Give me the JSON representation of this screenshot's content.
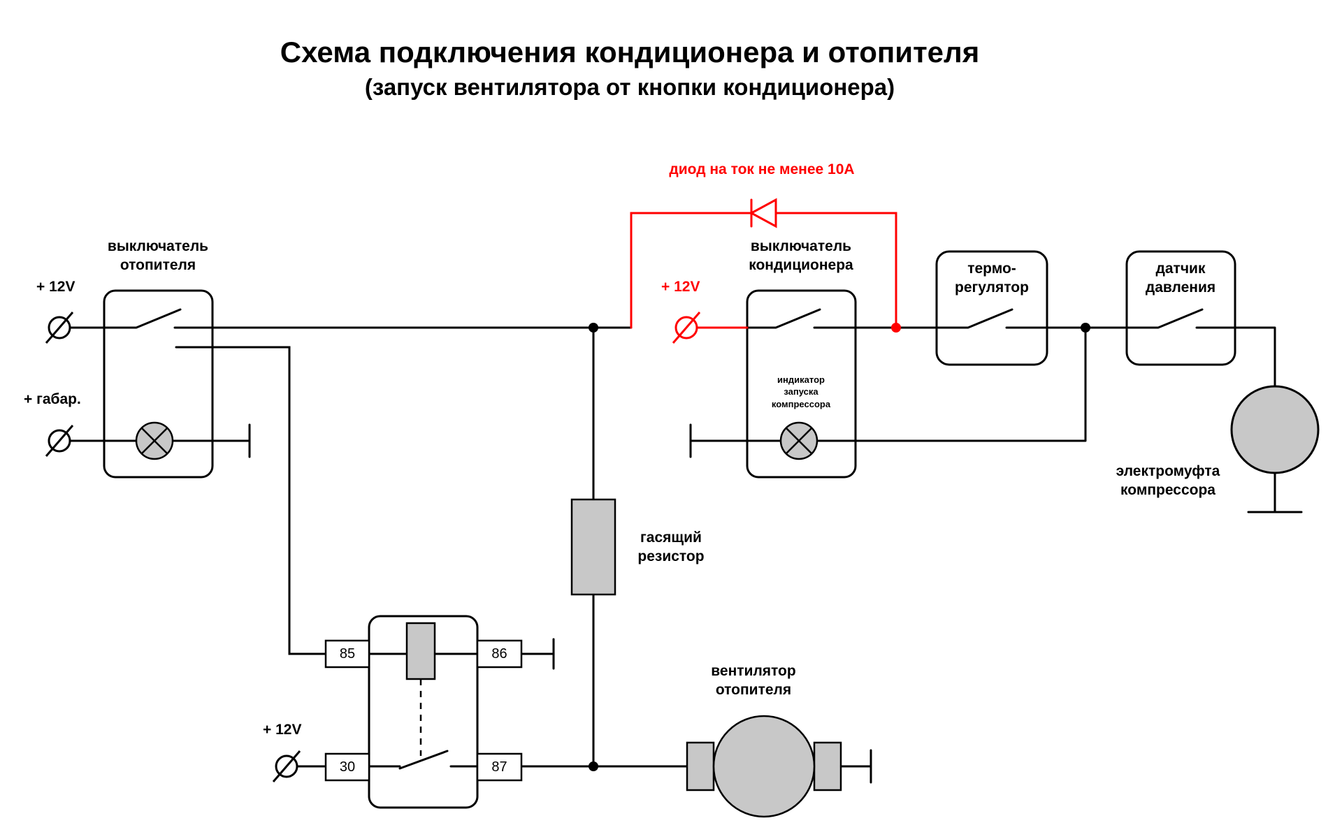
{
  "title": "Схема подключения кондиционера и отопителя",
  "subtitle": "(запуск вентилятора от кнопки кондиционера)",
  "notes": {
    "diode": "диод на ток не менее 10А"
  },
  "terminals": {
    "heater_12v": "+ 12V",
    "heater_gabarit": "+ габар.",
    "ac_12v": "+ 12V",
    "relay_12v": "+ 12V"
  },
  "components": {
    "heater_switch": {
      "label": "выключатель отопителя"
    },
    "ac_switch": {
      "label": "выключатель кондиционера",
      "sublabel": "индикатор запуска компрессора"
    },
    "thermo_regulator": {
      "label": "термо-регулятор"
    },
    "pressure_sensor": {
      "label": "датчик давления"
    },
    "compressor_clutch": {
      "label": "электромуфта компрессора"
    },
    "damping_resistor": {
      "label": "гасящий резистор"
    },
    "heater_fan": {
      "label": "вентилятор отопителя"
    },
    "relay": {
      "pins": {
        "p85": "85",
        "p86": "86",
        "p30": "30",
        "p87": "87"
      }
    }
  },
  "colors": {
    "wire": "#000000",
    "highlight": "#ff0000",
    "component_fill": "#c8c8c8"
  }
}
